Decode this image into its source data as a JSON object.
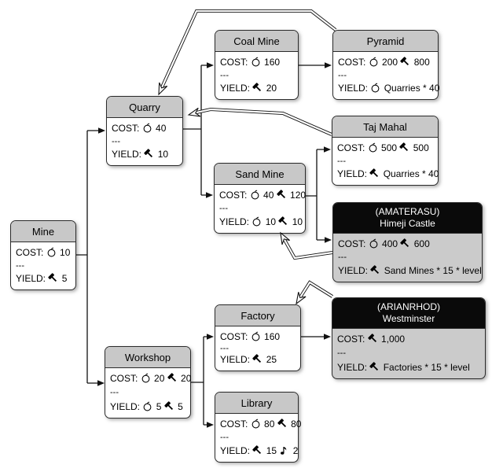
{
  "diagram": {
    "separator": "---",
    "icons": {
      "food-icon": "apple-outline",
      "production-icon": "hammer-solid",
      "culture-icon": "eighth-note"
    },
    "nodes": [
      {
        "id": "mine",
        "title": "Mine",
        "cost": [
          {
            "text": "COST: "
          },
          {
            "icon": "food-icon",
            "text": "10"
          }
        ],
        "yield": [
          {
            "text": "YIELD: "
          },
          {
            "icon": "production-icon",
            "text": "5"
          }
        ]
      },
      {
        "id": "quarry",
        "title": "Quarry",
        "cost": [
          {
            "text": "COST: "
          },
          {
            "icon": "food-icon",
            "text": "40"
          }
        ],
        "yield": [
          {
            "text": "YIELD: "
          },
          {
            "icon": "production-icon",
            "text": "10"
          }
        ]
      },
      {
        "id": "coal-mine",
        "title": "Coal Mine",
        "cost": [
          {
            "text": "COST: "
          },
          {
            "icon": "food-icon",
            "text": "160"
          }
        ],
        "yield": [
          {
            "text": "YIELD: "
          },
          {
            "icon": "production-icon",
            "text": "20"
          }
        ]
      },
      {
        "id": "pyramid",
        "title": "Pyramid",
        "cost": [
          {
            "text": "COST: "
          },
          {
            "icon": "food-icon",
            "text": "200 "
          },
          {
            "icon": "production-icon",
            "text": "800"
          }
        ],
        "yield": [
          {
            "text": "YIELD: "
          },
          {
            "icon": "food-icon",
            "text": "Quarries * 40"
          }
        ]
      },
      {
        "id": "taj-mahal",
        "title": "Taj Mahal",
        "cost": [
          {
            "text": "COST: "
          },
          {
            "icon": "food-icon",
            "text": "500 "
          },
          {
            "icon": "production-icon",
            "text": "500"
          }
        ],
        "yield": [
          {
            "text": "YIELD: "
          },
          {
            "icon": "production-icon",
            "text": "Quarries * 40"
          }
        ]
      },
      {
        "id": "sand-mine",
        "title": "Sand Mine",
        "cost": [
          {
            "text": "COST: "
          },
          {
            "icon": "food-icon",
            "text": "40 "
          },
          {
            "icon": "production-icon",
            "text": "120"
          }
        ],
        "yield": [
          {
            "text": "YIELD: "
          },
          {
            "icon": "food-icon",
            "text": "10 "
          },
          {
            "icon": "production-icon",
            "text": "10"
          }
        ]
      },
      {
        "id": "himeji-castle",
        "title_line1": "(AMATERASU)",
        "title_line2": "Himeji Castle",
        "cost": [
          {
            "text": "COST: "
          },
          {
            "icon": "food-icon",
            "text": "400 "
          },
          {
            "icon": "production-icon",
            "text": "600"
          }
        ],
        "yield": [
          {
            "text": "YIELD: "
          },
          {
            "icon": "production-icon",
            "text": "Sand Mines * 15 * level"
          }
        ]
      },
      {
        "id": "factory",
        "title": "Factory",
        "cost": [
          {
            "text": "COST: "
          },
          {
            "icon": "food-icon",
            "text": "160"
          }
        ],
        "yield": [
          {
            "text": "YIELD: "
          },
          {
            "icon": "production-icon",
            "text": "25"
          }
        ]
      },
      {
        "id": "westminster",
        "title_line1": "(ARIANRHOD)",
        "title_line2": "Westminster",
        "cost": [
          {
            "text": "COST: "
          },
          {
            "icon": "production-icon",
            "text": "1,000"
          }
        ],
        "yield": [
          {
            "text": "YIELD: "
          },
          {
            "icon": "production-icon",
            "text": "Factories * 15 * level"
          }
        ]
      },
      {
        "id": "workshop",
        "title": "Workshop",
        "cost": [
          {
            "text": "COST: "
          },
          {
            "icon": "food-icon",
            "text": "20 "
          },
          {
            "icon": "production-icon",
            "text": "20"
          }
        ],
        "yield": [
          {
            "text": "YIELD: "
          },
          {
            "icon": "food-icon",
            "text": "5 "
          },
          {
            "icon": "production-icon",
            "text": "5"
          }
        ]
      },
      {
        "id": "library",
        "title": "Library",
        "cost": [
          {
            "text": "COST: "
          },
          {
            "icon": "food-icon",
            "text": "80"
          },
          {
            "icon": "production-icon",
            "text": "80"
          }
        ],
        "yield": [
          {
            "text": "YIELD: "
          },
          {
            "icon": "production-icon",
            "text": "15 "
          },
          {
            "icon": "culture-icon",
            "text": " 2"
          }
        ]
      }
    ],
    "edges": {
      "unlocks": [
        {
          "from": "Mine",
          "to": "Quarry"
        },
        {
          "from": "Mine",
          "to": "Workshop"
        },
        {
          "from": "Quarry",
          "to": "Coal Mine"
        },
        {
          "from": "Quarry",
          "to": "Sand Mine"
        },
        {
          "from": "Coal Mine",
          "to": "Pyramid"
        },
        {
          "from": "Sand Mine",
          "to": "Taj Mahal"
        },
        {
          "from": "Sand Mine",
          "to": "Himeji Castle"
        },
        {
          "from": "Workshop",
          "to": "Factory"
        },
        {
          "from": "Workshop",
          "to": "Library"
        },
        {
          "from": "Factory",
          "to": "Westminster"
        }
      ],
      "boosts": [
        {
          "from": "Pyramid",
          "to": "Quarry"
        },
        {
          "from": "Taj Mahal",
          "to": "Quarry"
        },
        {
          "from": "Himeji Castle",
          "to": "Sand Mine"
        },
        {
          "from": "Westminster",
          "to": "Factory"
        }
      ]
    }
  }
}
